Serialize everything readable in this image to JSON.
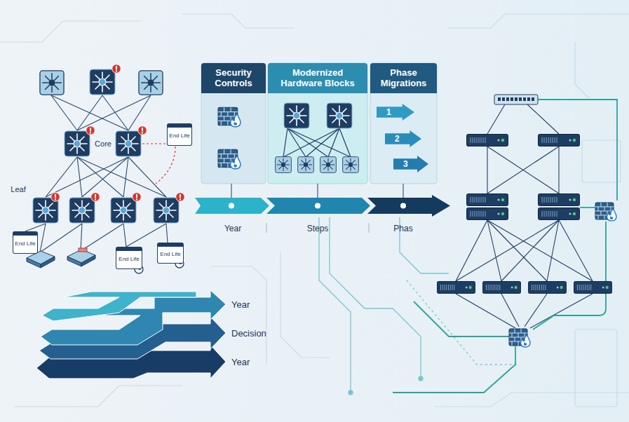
{
  "diagram": {
    "nodes": [
      {
        "text": [
          "Security Controls"
        ]
      },
      {
        "text": [
          "Modernized Hardware Blocks"
        ]
      },
      {
        "text": [
          "Phase Migrations"
        ]
      },
      {
        "text": [
          "1"
        ],
        "in": 2
      },
      {
        "text": [
          "2"
        ],
        "in": 2
      },
      {
        "text": [
          "3"
        ],
        "in": 2
      },
      {
        "text": [
          "End Life"
        ]
      },
      {
        "text": [
          "End Life"
        ]
      },
      {
        "text": [
          "End Life"
        ]
      },
      {
        "text": [
          "End Life"
        ]
      }
    ],
    "labels": [
      "Core",
      "Leaf",
      "Year",
      "Steps",
      "Phas",
      "Year",
      "Decision",
      "Year"
    ]
  }
}
